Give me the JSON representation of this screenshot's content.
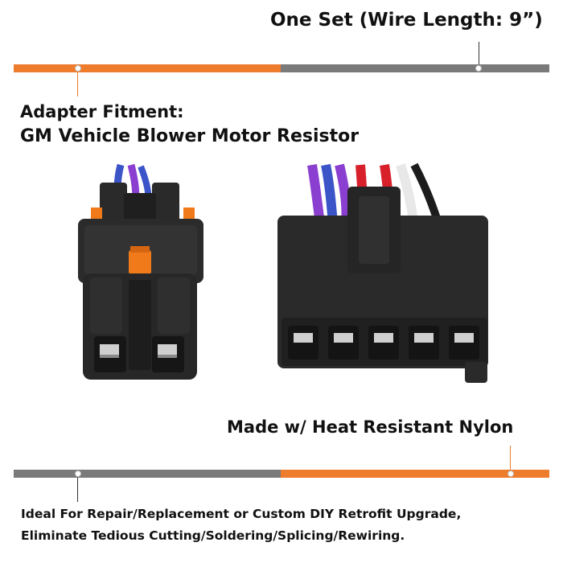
{
  "header": {
    "title": "One Set (Wire Length: 9”)"
  },
  "fitment": {
    "line1": "Adapter Fitment:",
    "line2": "GM Vehicle Blower Motor Resistor"
  },
  "material": {
    "label": "Made w/ Heat Resistant Nylon"
  },
  "footer": {
    "line1": "Ideal For Repair/Replacement or Custom DIY Retrofit Upgrade,",
    "line2": "Eliminate Tedious Cutting/Soldering/Splicing/Rewiring."
  },
  "colors": {
    "accent_orange": "#ee7c2d",
    "accent_gray": "#7a7a7a",
    "connector_black": "#262626",
    "latch_orange": "#f07a1a",
    "wire_blue": "#3b54c8",
    "wire_purple": "#8a3fd0",
    "wire_red": "#d8202a",
    "wire_white": "#f2f2f2",
    "wire_black": "#1c1c1c"
  }
}
